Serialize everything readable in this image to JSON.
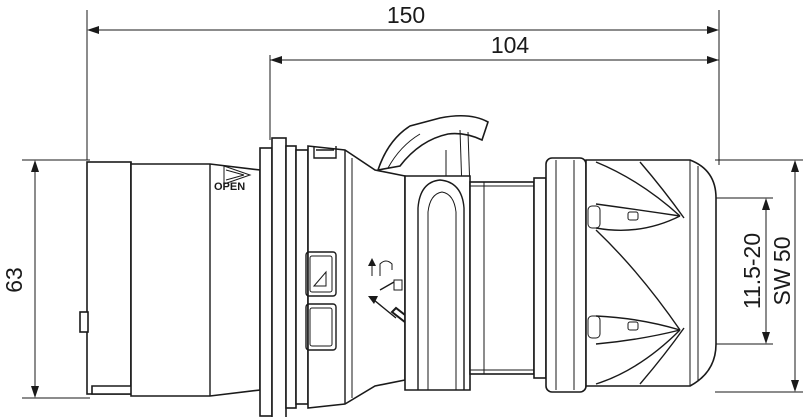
{
  "dimensions": {
    "overall_length": "150",
    "inner_length": "104",
    "height": "63",
    "cable_range": "11.5-20",
    "wrench_size": "SW 50"
  },
  "labels": {
    "open": "OPEN"
  },
  "colors": {
    "line": "#1a1a1a",
    "background": "#ffffff"
  }
}
